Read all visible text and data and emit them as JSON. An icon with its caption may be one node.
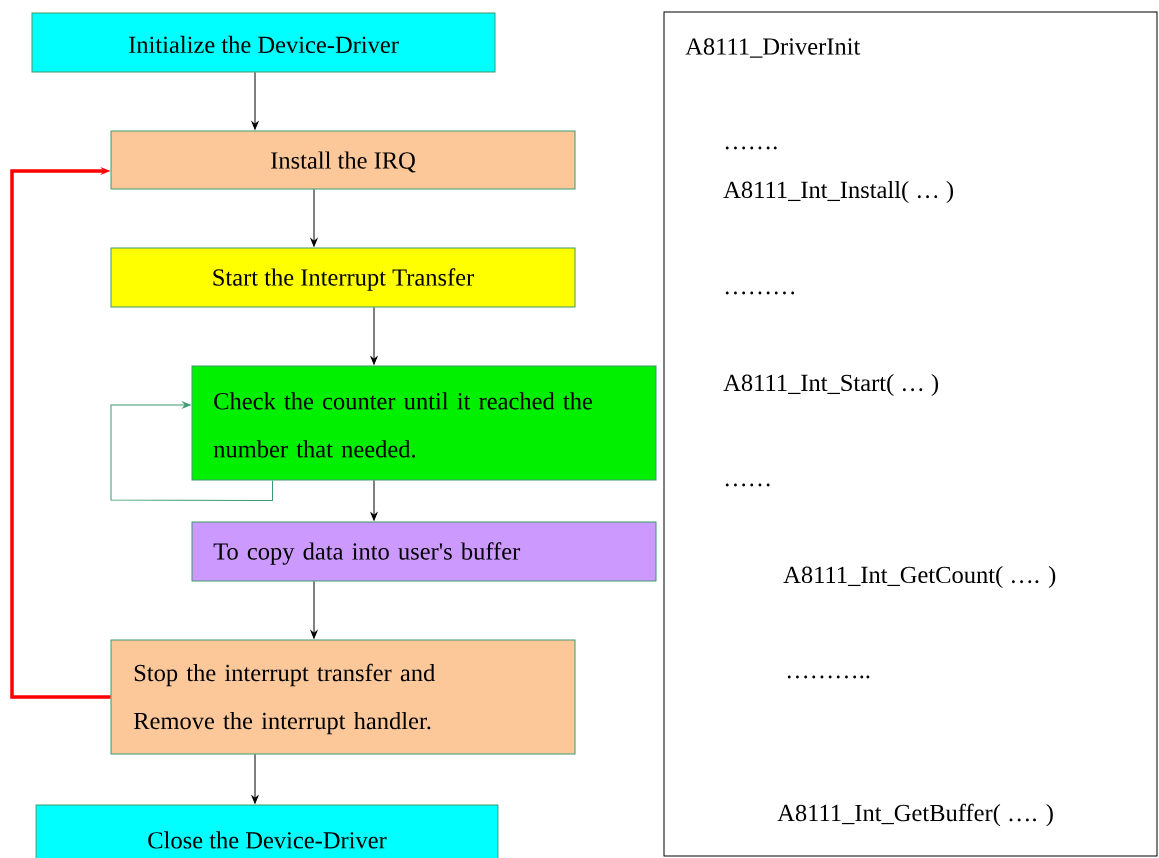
{
  "diagram": {
    "nodes": [
      {
        "text": [
          "Initialize the Device-Driver"
        ]
      },
      {
        "text": [
          "Install the IRQ"
        ]
      },
      {
        "text": [
          "Start the Interrupt Transfer"
        ]
      },
      {
        "text": [
          "Check the counter until it reached the number that needed."
        ]
      },
      {
        "text": [
          "To copy data into user's buffer"
        ]
      },
      {
        "text": [
          "Stop the interrupt transfer and Remove the interrupt handler."
        ]
      },
      {
        "text": [
          "Close the Device-Driver"
        ]
      },
      {
        "text": [
          "A8111_DriverInit",
          "…….",
          "A8111_Int_Install( … )",
          "………",
          "A8111_Int_Start( … )",
          "……",
          "A8111_Int_GetCount( …. )",
          "………..",
          "A8111_Int_GetBuffer( …. )"
        ]
      }
    ],
    "edges": [
      {
        "from": 0,
        "to": 1,
        "arrow": "to"
      },
      {
        "from": 1,
        "to": 2,
        "arrow": "to"
      },
      {
        "from": 2,
        "to": 3,
        "arrow": "to"
      },
      {
        "from": 3,
        "to": 3,
        "arrow": "to",
        "color": "#3c9a6e"
      },
      {
        "from": 3,
        "to": 4,
        "arrow": "to"
      },
      {
        "from": 4,
        "to": 5,
        "arrow": "to"
      },
      {
        "from": 5,
        "to": 6,
        "arrow": "to"
      },
      {
        "from": 5,
        "to": 1,
        "arrow": "to",
        "style": "thick",
        "color": "#ff0000"
      }
    ]
  }
}
